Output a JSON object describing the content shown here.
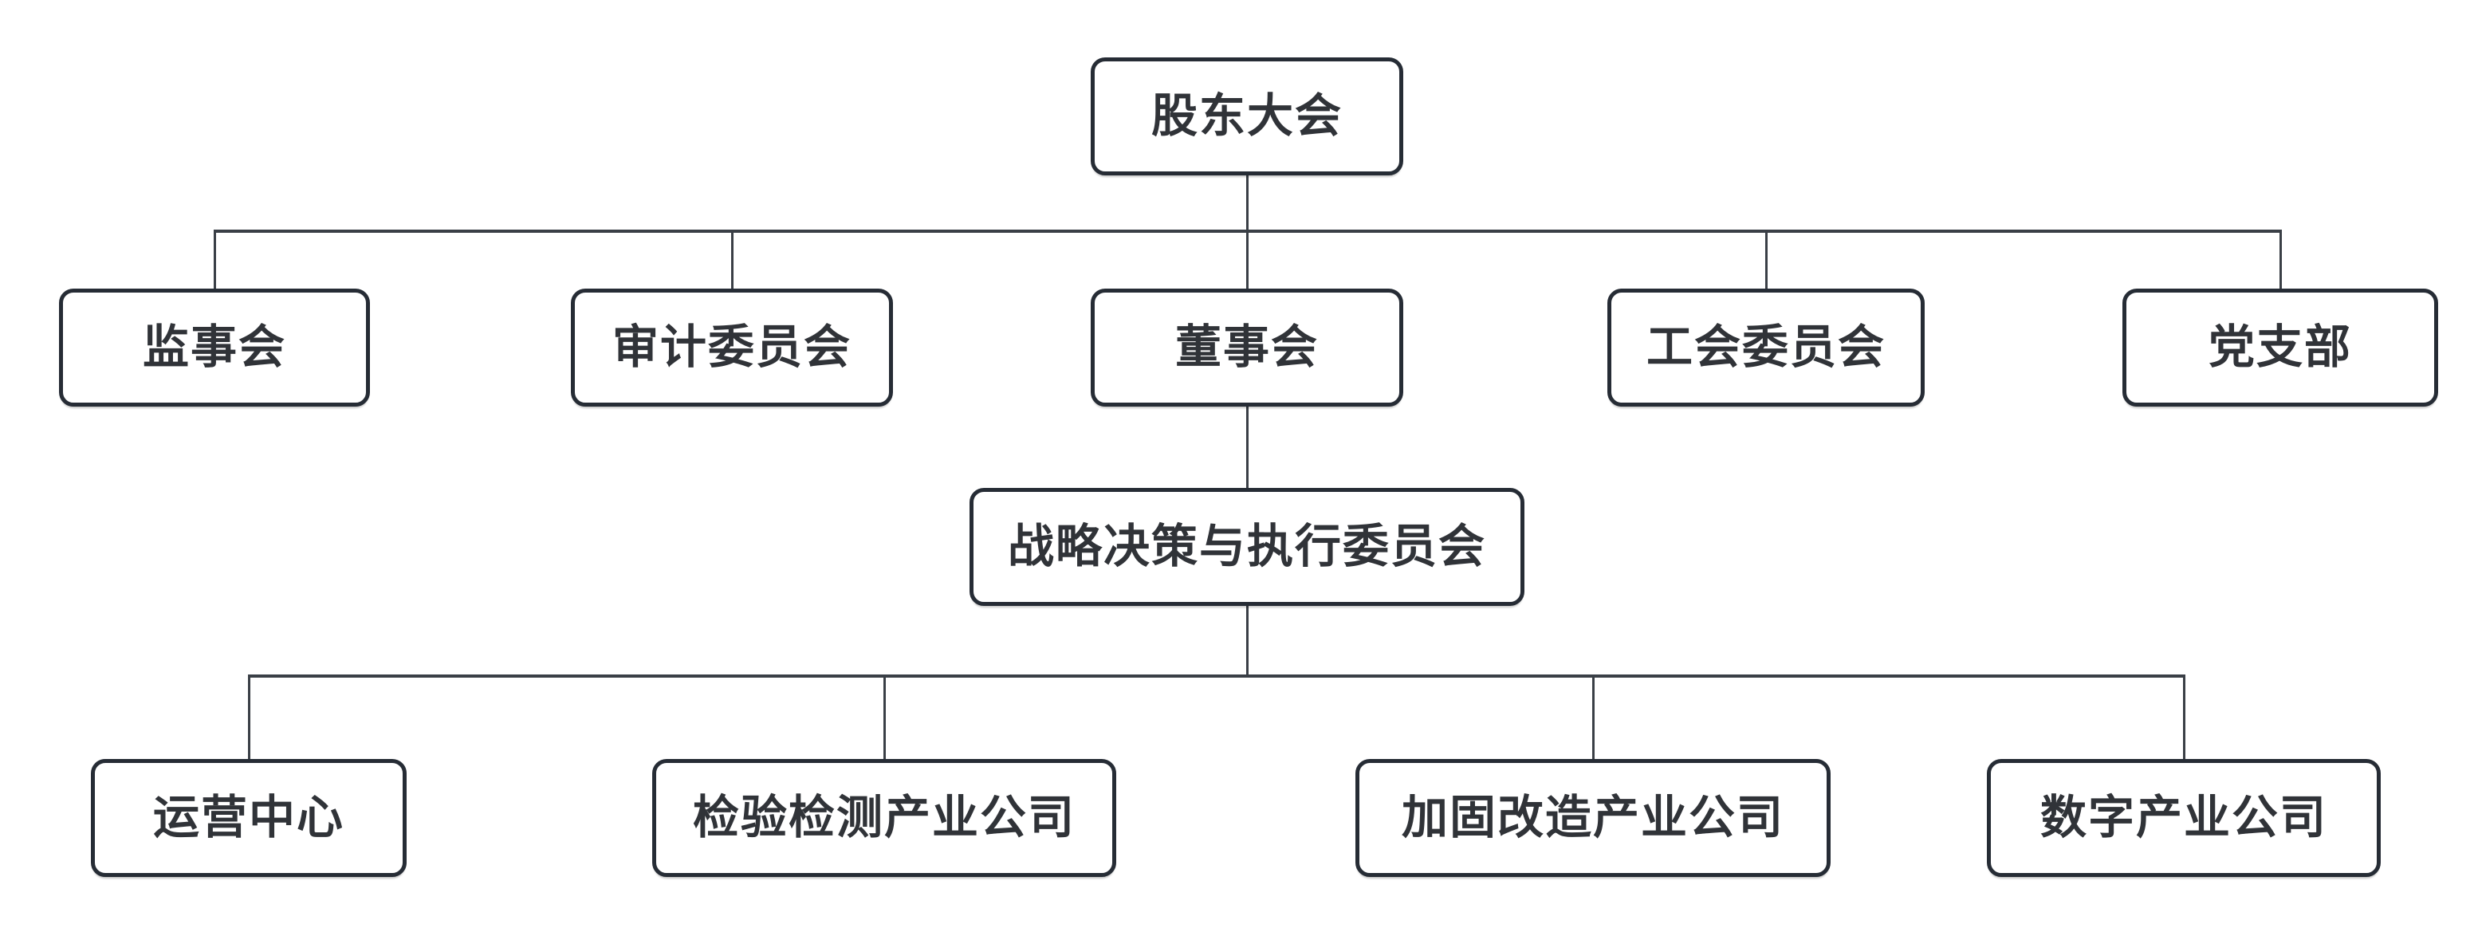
{
  "diagram": {
    "type": "org-chart",
    "colors": {
      "background": "#ffffff",
      "box_border": "#262c35",
      "box_fill": "#ffffff",
      "connector": "#3a3f46",
      "text": "#303338"
    },
    "nodes": {
      "root": {
        "label": "股东大会"
      },
      "level2": [
        {
          "label": "监事会"
        },
        {
          "label": "审计委员会"
        },
        {
          "label": "董事会"
        },
        {
          "label": "工会委员会"
        },
        {
          "label": "党支部"
        }
      ],
      "level3": {
        "label": "战略决策与执行委员会"
      },
      "level4": [
        {
          "label": "运营中心"
        },
        {
          "label": "检验检测产业公司"
        },
        {
          "label": "加固改造产业公司"
        },
        {
          "label": "数字产业公司"
        }
      ]
    }
  }
}
